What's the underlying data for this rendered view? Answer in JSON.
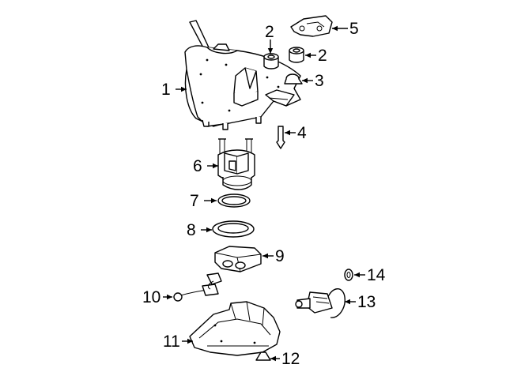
{
  "diagram": {
    "callouts": [
      "1",
      "2",
      "2",
      "3",
      "4",
      "5",
      "6",
      "7",
      "8",
      "9",
      "10",
      "11",
      "12",
      "13",
      "14"
    ],
    "colors": {
      "line": "#000000",
      "background": "#ffffff"
    }
  }
}
